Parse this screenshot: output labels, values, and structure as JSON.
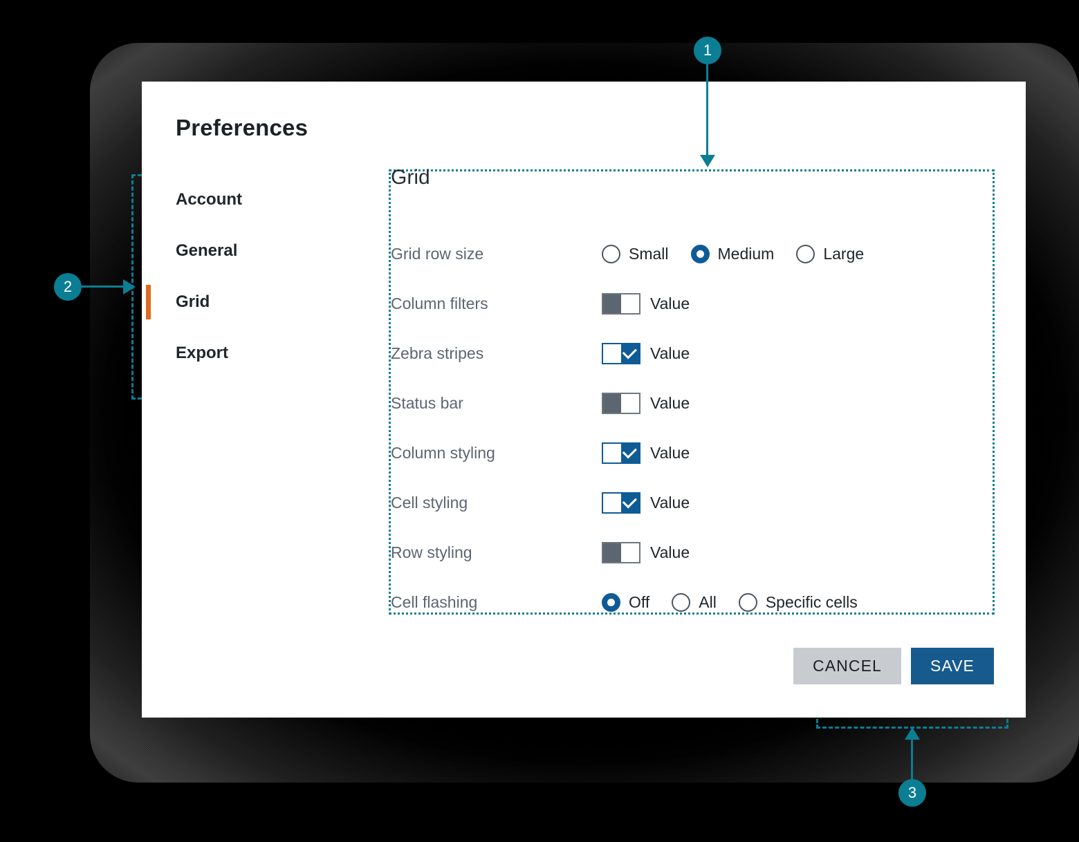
{
  "dialog": {
    "title": "Preferences"
  },
  "sidebar": {
    "items": [
      {
        "label": "Account",
        "active": false
      },
      {
        "label": "General",
        "active": false
      },
      {
        "label": "Grid",
        "active": true
      },
      {
        "label": "Export",
        "active": false
      }
    ]
  },
  "section": {
    "title": "Grid",
    "rows": [
      {
        "label": "Grid row size",
        "type": "radio",
        "options": [
          {
            "label": "Small",
            "selected": false
          },
          {
            "label": "Medium",
            "selected": true
          },
          {
            "label": "Large",
            "selected": false
          }
        ]
      },
      {
        "label": "Column filters",
        "type": "switch",
        "state": "off",
        "value_label": "Value"
      },
      {
        "label": "Zebra stripes",
        "type": "switch",
        "state": "on",
        "value_label": "Value"
      },
      {
        "label": "Status bar",
        "type": "switch",
        "state": "off",
        "value_label": "Value"
      },
      {
        "label": "Column styling",
        "type": "switch",
        "state": "on",
        "value_label": "Value"
      },
      {
        "label": "Cell styling",
        "type": "switch",
        "state": "on",
        "value_label": "Value"
      },
      {
        "label": "Row styling",
        "type": "switch",
        "state": "off",
        "value_label": "Value"
      },
      {
        "label": "Cell flashing",
        "type": "radio",
        "options": [
          {
            "label": "Off",
            "selected": true
          },
          {
            "label": "All",
            "selected": false
          },
          {
            "label": "Specific cells",
            "selected": false
          }
        ]
      }
    ]
  },
  "footer": {
    "cancel_label": "CANCEL",
    "save_label": "SAVE"
  },
  "annotations": [
    {
      "number": "1",
      "target": "grid-section-content"
    },
    {
      "number": "2",
      "target": "sidebar-navigation"
    },
    {
      "number": "3",
      "target": "footer-action-buttons"
    }
  ],
  "colors": {
    "accent_annotation": "#0b7e94",
    "active_nav_bar": "#dd6b20",
    "primary_button": "#175a8e",
    "secondary_button": "#c8ccd0",
    "control_selected": "#0f5b96",
    "control_off": "#5c6671",
    "label_text": "#5c6671",
    "dialog_background": "#ffffff",
    "page_background": "#000000"
  }
}
